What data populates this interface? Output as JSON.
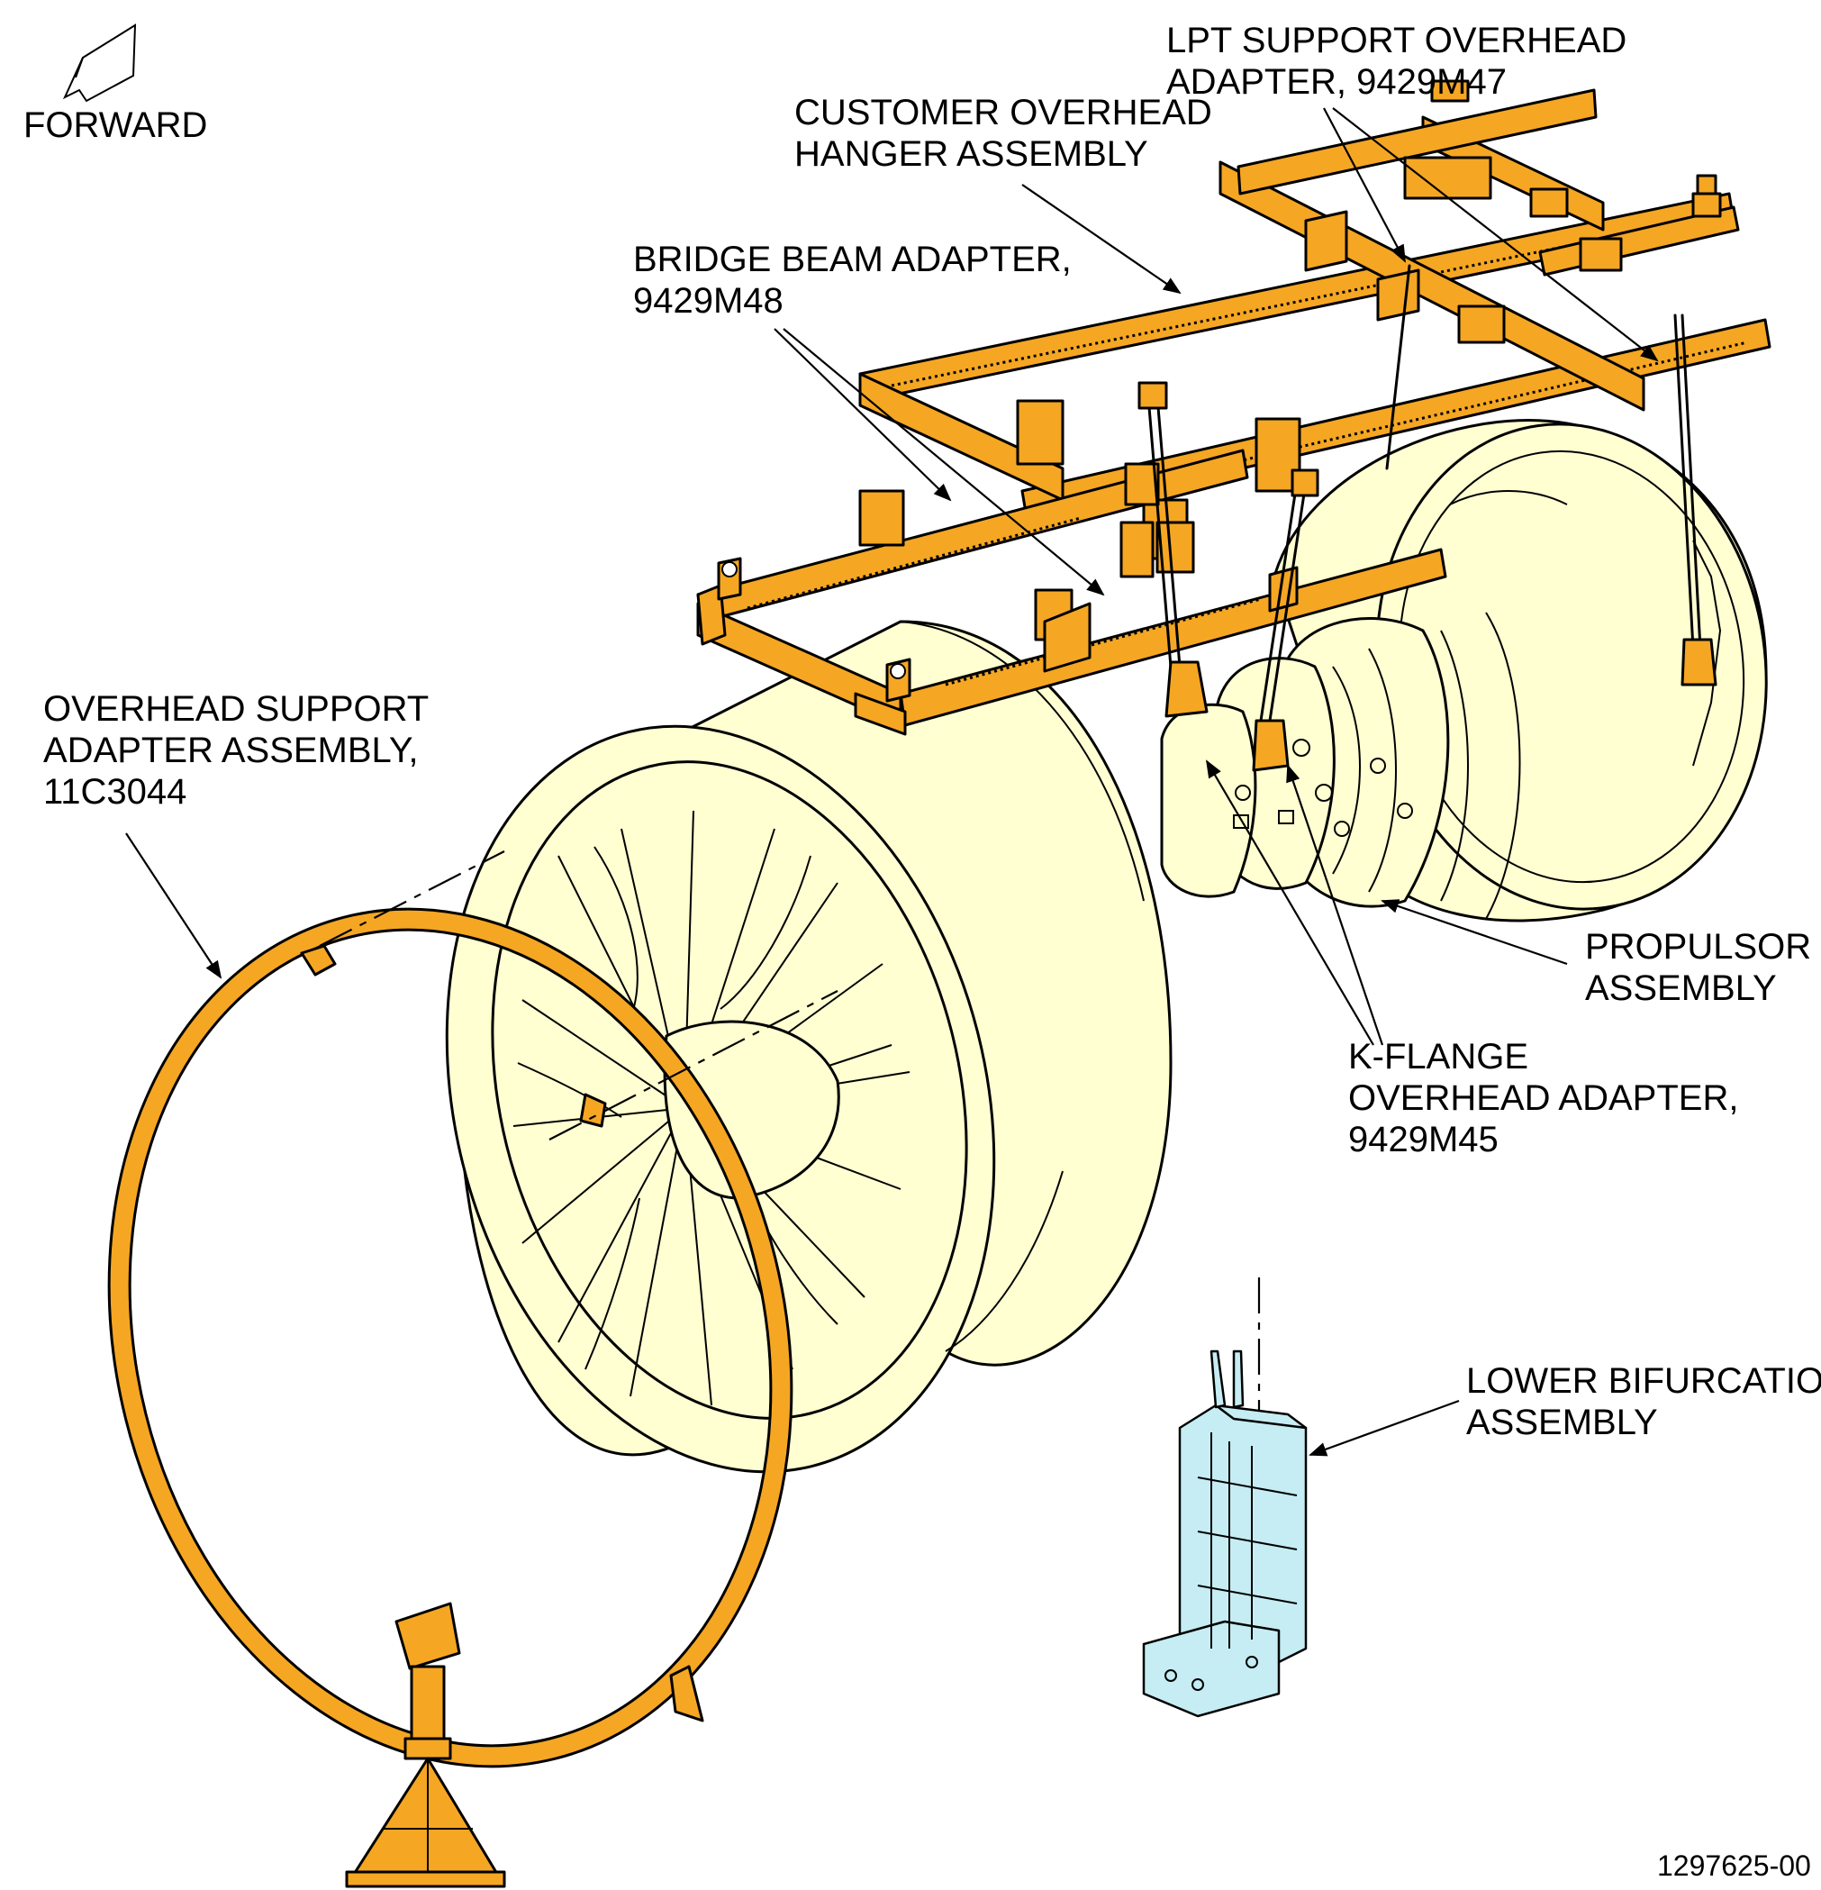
{
  "figure": {
    "orientation": {
      "label": "FORWARD",
      "icon": "forward-arrow-icon"
    },
    "callouts": {
      "lpt_support": {
        "line1": "LPT SUPPORT OVERHEAD",
        "line2": "ADAPTER, 9429M47"
      },
      "customer_hanger": {
        "line1": "CUSTOMER OVERHEAD",
        "line2": "HANGER ASSEMBLY"
      },
      "bridge_beam": {
        "line1": "BRIDGE BEAM ADAPTER,",
        "line2": "9429M48"
      },
      "overhead_support": {
        "line1": "OVERHEAD SUPPORT",
        "line2": "ADAPTER ASSEMBLY,",
        "line3": "11C3044"
      },
      "propulsor": {
        "line1": "PROPULSOR",
        "line2": "ASSEMBLY"
      },
      "k_flange": {
        "line1": "K-FLANGE",
        "line2": "OVERHEAD ADAPTER,",
        "line3": "9429M45"
      },
      "lower_bifurcation": {
        "line1": "LOWER BIFURCATION",
        "line2": "ASSEMBLY"
      }
    },
    "document_number": "1297625-00",
    "colors": {
      "tooling": "#f5a623",
      "engine": "#ffffd2",
      "bifurcation": "#c5edf3"
    }
  }
}
